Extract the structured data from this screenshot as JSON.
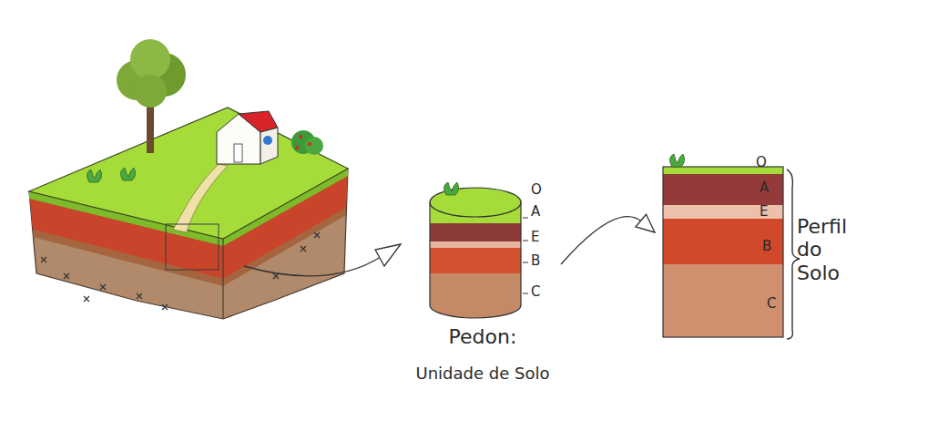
{
  "diagram": {
    "nodes": [
      {
        "text": [
          "Pedon:",
          "Unidade de Solo"
        ]
      },
      {
        "text": [
          "Perfil do Solo"
        ]
      }
    ],
    "edges": [
      {
        "from": 0,
        "to": 1,
        "arrow": "to"
      }
    ],
    "labels": [
      "O",
      "A",
      "E",
      "B",
      "C",
      "O",
      "A",
      "E",
      "B",
      "C"
    ]
  }
}
